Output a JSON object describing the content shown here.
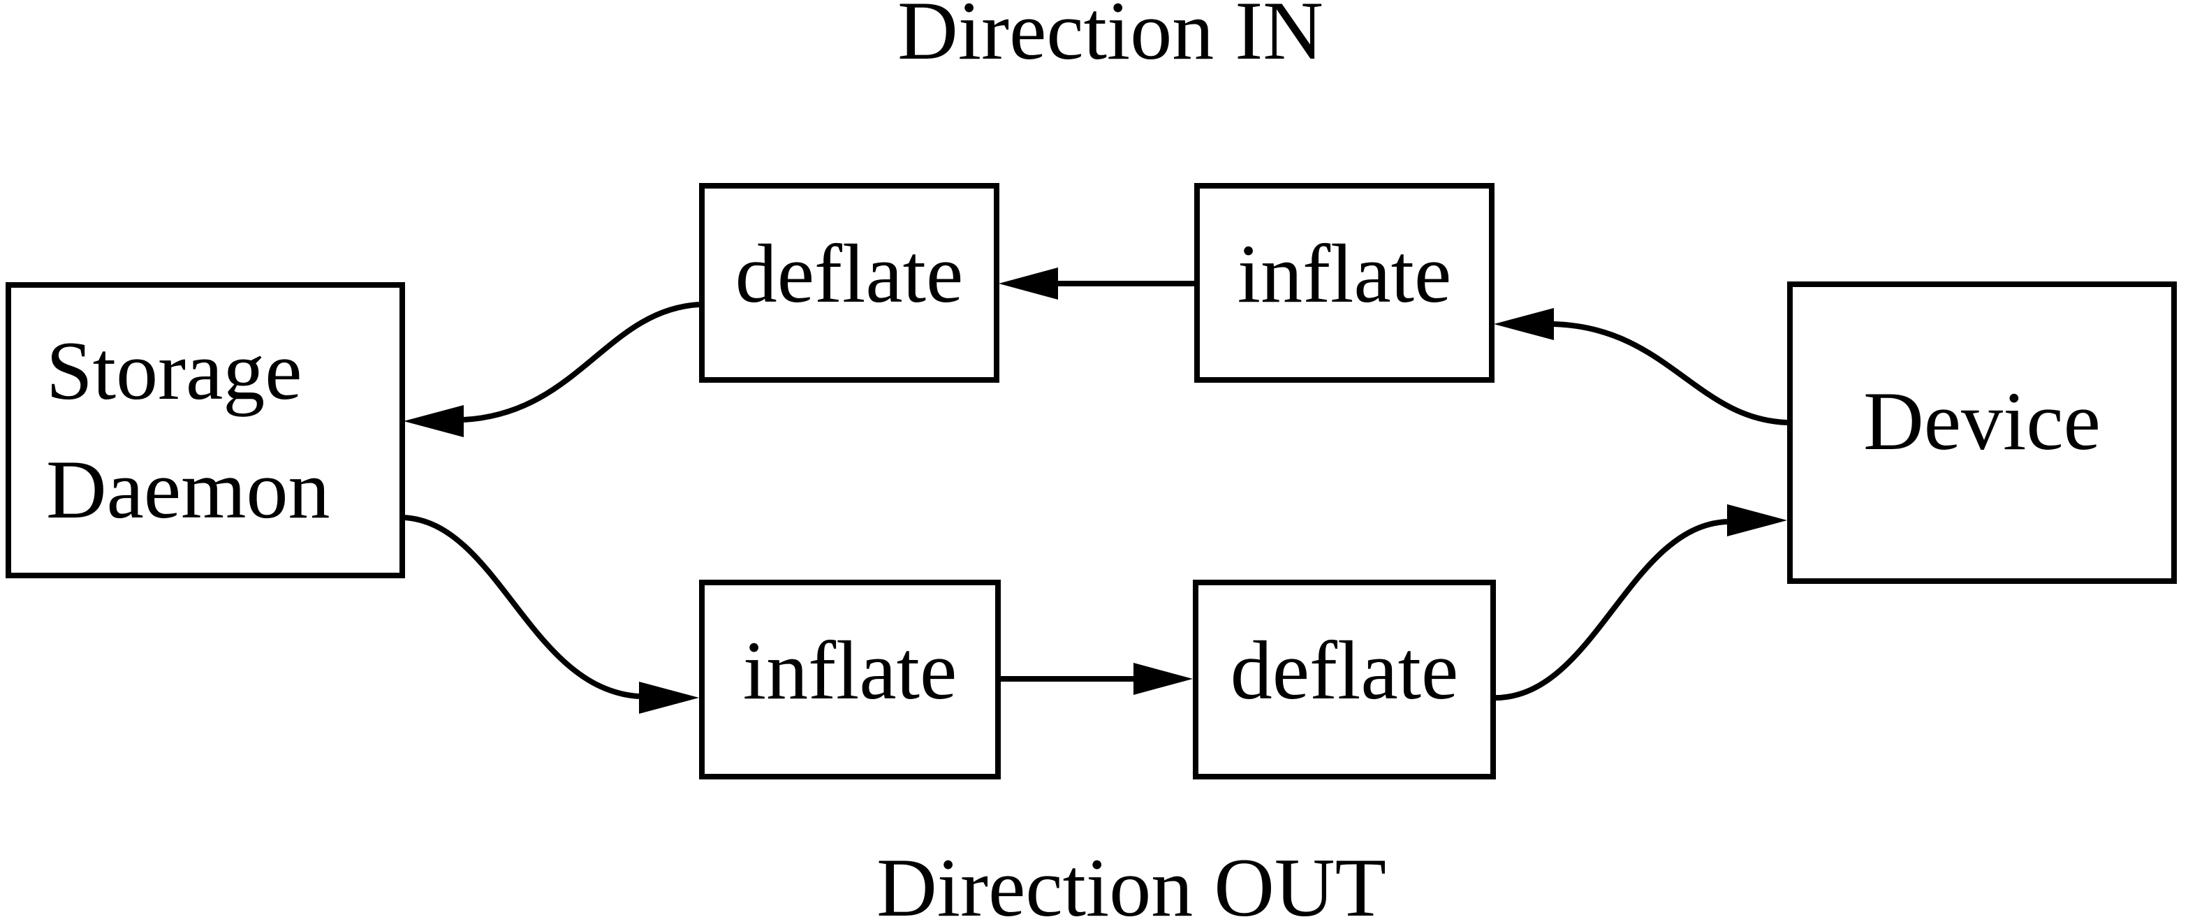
{
  "diagram": {
    "captions": {
      "direction_in": "Direction IN",
      "direction_out": "Direction OUT"
    },
    "nodes": {
      "storage_daemon": {
        "label_line1": "Storage",
        "label_line2": "Daemon"
      },
      "deflate_in": {
        "label": "deflate"
      },
      "inflate_in": {
        "label": "inflate"
      },
      "inflate_out": {
        "label": "inflate"
      },
      "deflate_out": {
        "label": "deflate"
      },
      "device": {
        "label": "Device"
      }
    },
    "edges": [
      {
        "from": "device",
        "to": "inflate_in",
        "direction": "IN"
      },
      {
        "from": "inflate_in",
        "to": "deflate_in",
        "direction": "IN"
      },
      {
        "from": "deflate_in",
        "to": "storage_daemon",
        "direction": "IN"
      },
      {
        "from": "storage_daemon",
        "to": "inflate_out",
        "direction": "OUT"
      },
      {
        "from": "inflate_out",
        "to": "deflate_out",
        "direction": "OUT"
      },
      {
        "from": "deflate_out",
        "to": "device",
        "direction": "OUT"
      }
    ],
    "colors": {
      "background": "#ffffff",
      "line": "#000000",
      "text": "#000000"
    }
  }
}
